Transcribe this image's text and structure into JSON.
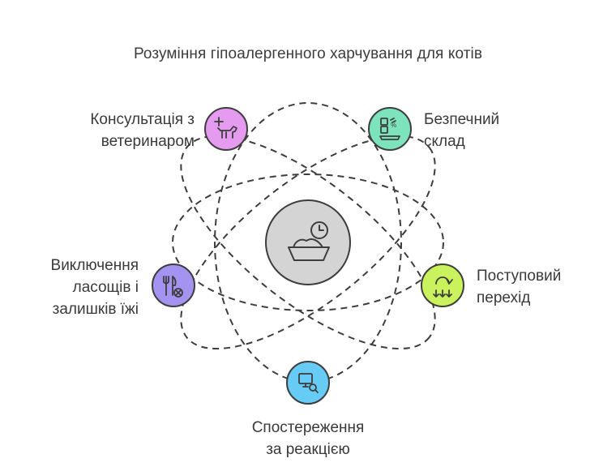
{
  "title": "Розуміння гіпоалергенного харчування для котів",
  "colors": {
    "orbit": "#3d3d3d",
    "center_fill": "#d4d4d4",
    "vet_node": "#e59cf0",
    "storage_node": "#7de3bd",
    "transition_node": "#c9f25c",
    "observe_node": "#66ccf5",
    "exclude_node": "#a593f2"
  },
  "nodes": {
    "center": {
      "icon": "food-bowl-clock-icon"
    },
    "vet": {
      "icon": "dog-medical-cross-icon",
      "lines": [
        "Консультація з",
        "ветеринаром"
      ]
    },
    "storage": {
      "icon": "storage-containers-icon",
      "lines": [
        "Безпечний",
        "склад"
      ]
    },
    "transition": {
      "icon": "gradual-change-icon",
      "lines": [
        "Поступовий",
        "перехід"
      ]
    },
    "observe": {
      "icon": "monitor-observation-icon",
      "lines": [
        "Спостереження",
        "за реакцією"
      ]
    },
    "exclude": {
      "icon": "fork-knife-cancel-icon",
      "lines": [
        "Виключення",
        "ласощів і",
        "залишків їжі"
      ]
    }
  }
}
